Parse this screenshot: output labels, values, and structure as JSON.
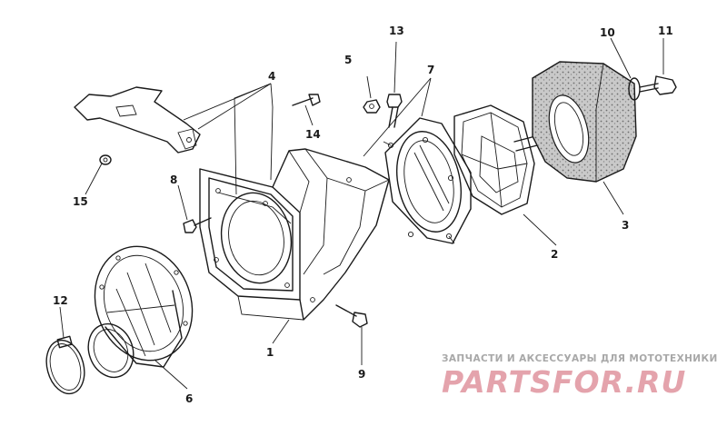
{
  "diagram": {
    "callouts": [
      "1",
      "2",
      "3",
      "4",
      "5",
      "6",
      "7",
      "8",
      "9",
      "10",
      "11",
      "12",
      "13",
      "14",
      "15"
    ]
  },
  "watermark": {
    "tagline": "ЗАПЧАСТИ И АКСЕССУАРЫ ДЛЯ МОТОТЕХНИКИ",
    "brand": "PARTSFOR.RU"
  },
  "colors": {
    "ink": "#1a1a1a",
    "watermark_gray": "#a8a8a8",
    "watermark_pink": "#e4a3ac"
  }
}
